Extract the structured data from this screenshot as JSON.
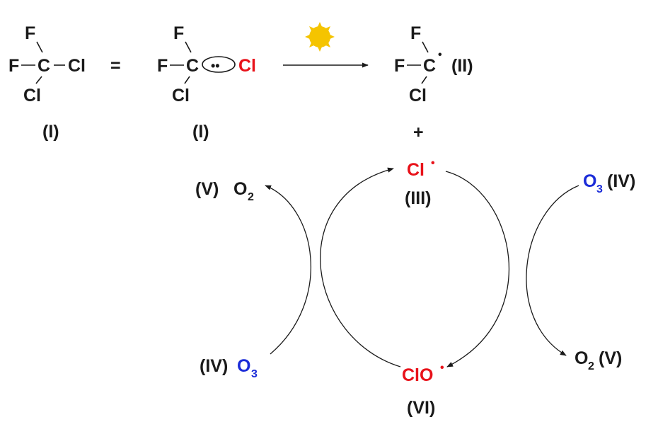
{
  "molecule_left": {
    "f_top": "F",
    "f_left": "F",
    "carbon": "C",
    "cl_right": "Cl",
    "cl_bottom": "Cl",
    "label": "(I)"
  },
  "equals": "=",
  "molecule_mid": {
    "f_top": "F",
    "f_left": "F",
    "carbon": "C",
    "lone_pair": "••",
    "cl_right": "Cl",
    "cl_bottom": "Cl",
    "label": "(I)"
  },
  "molecule_right": {
    "f_top": "F",
    "f_left": "F",
    "carbon": "C",
    "radical_dot": "•",
    "cl_bottom": "Cl",
    "label": "(II)"
  },
  "plus": "+",
  "cl_radical": {
    "symbol": "Cl",
    "dot": "•",
    "label": "(III)"
  },
  "clo_radical": {
    "symbol": "ClO",
    "dot": "•",
    "label": "(VI)"
  },
  "ozone_right": {
    "o": "O",
    "sub": "3",
    "label": "(IV)"
  },
  "ozone_left": {
    "label": "(IV)",
    "o": "O",
    "sub": "3"
  },
  "oxygen_left": {
    "label": "(V)",
    "o": "O",
    "sub": "2"
  },
  "oxygen_right": {
    "o": "O",
    "sub": "2",
    "label": "(V)"
  },
  "colors": {
    "black": "#1a1a1a",
    "red": "#e8121a",
    "blue": "#1b2cd8",
    "sun": "#f5c400"
  },
  "icons": {
    "sun": "sun-icon"
  }
}
